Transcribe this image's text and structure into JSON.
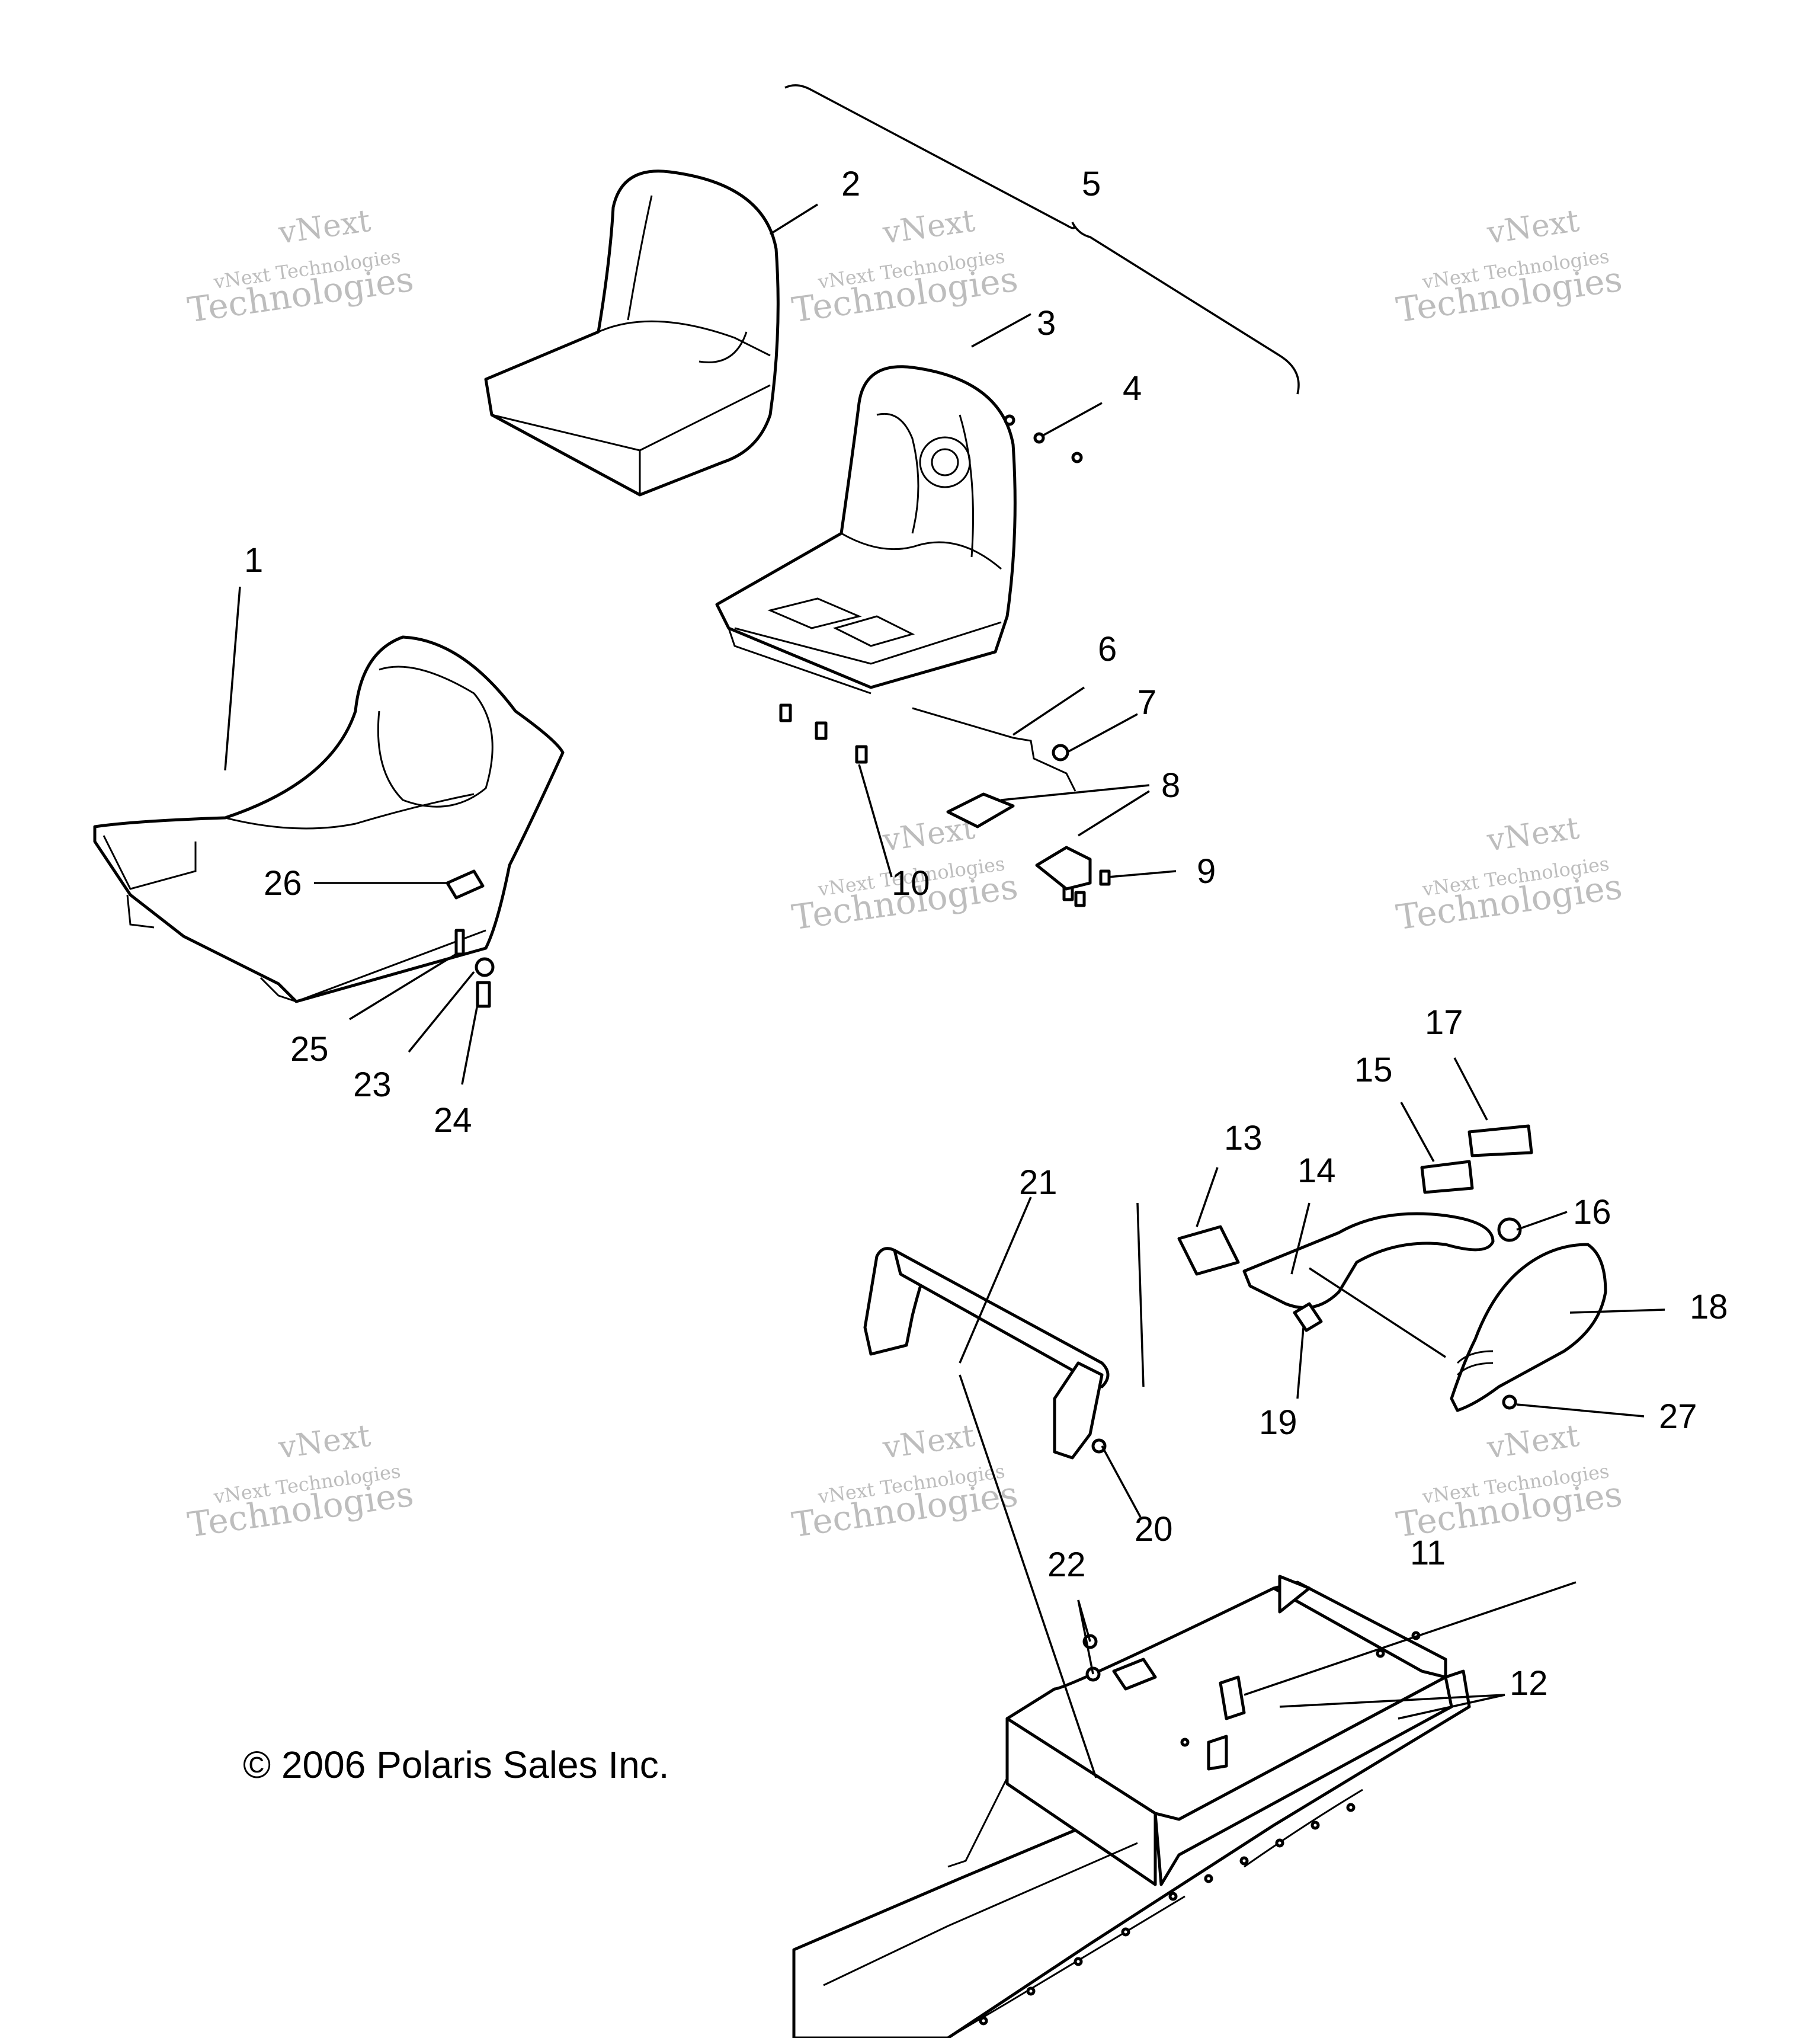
{
  "copyright": "© 2006 Polaris Sales Inc.",
  "watermark": {
    "line1": "vNext",
    "line2": "vNext Technologies",
    "line3": "Technologies"
  },
  "callouts": {
    "c1": "1",
    "c2": "2",
    "c3": "3",
    "c4": "4",
    "c5": "5",
    "c6": "6",
    "c7": "7",
    "c8": "8",
    "c9": "9",
    "c10": "10",
    "c11": "11",
    "c12": "12",
    "c13": "13",
    "c14": "14",
    "c15": "15",
    "c16": "16",
    "c17": "17",
    "c18": "18",
    "c19": "19",
    "c20": "20",
    "c21": "21",
    "c22": "22",
    "c23": "23",
    "c24": "24",
    "c25": "25",
    "c26": "26",
    "c27": "27"
  }
}
